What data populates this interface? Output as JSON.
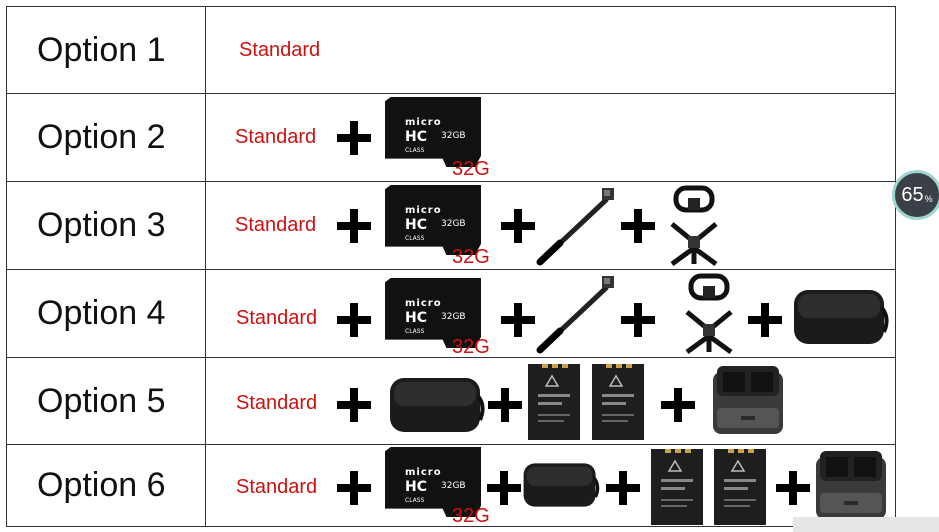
{
  "rows": [
    {
      "label": "Option 1",
      "standard": "Standard"
    },
    {
      "label": "Option 2",
      "standard": "Standard",
      "sd_caption": "32G"
    },
    {
      "label": "Option 3",
      "standard": "Standard",
      "sd_caption": "32G"
    },
    {
      "label": "Option 4",
      "standard": "Standard",
      "sd_caption": "32G"
    },
    {
      "label": "Option 5",
      "standard": "Standard"
    },
    {
      "label": "Option 6",
      "standard": "Standard",
      "sd_caption": "32G"
    }
  ],
  "sd_card": {
    "brand": "micro",
    "logo": "HC",
    "class": "CLASS",
    "capacity": "32GB"
  },
  "badge": {
    "value": "65",
    "unit": "%"
  },
  "colors": {
    "accent": "#cc1111",
    "border": "#333333",
    "ink": "#000000"
  }
}
